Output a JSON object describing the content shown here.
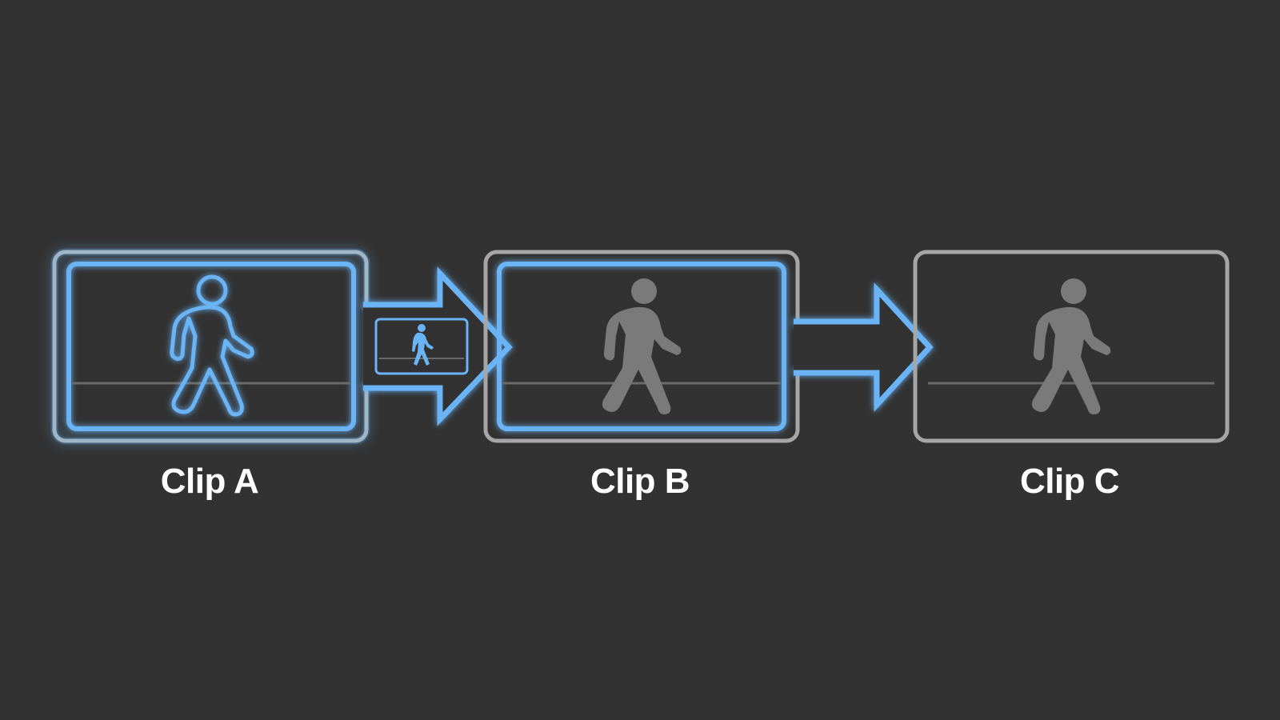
{
  "colors": {
    "background": "#323232",
    "accent": "#6ab3f5",
    "frame_inactive": "#a6a6a6",
    "figure_inactive": "#7a7a7a",
    "ground_line": "#6a6a6a",
    "label": "#ffffff"
  },
  "clips": [
    {
      "label": "Clip A",
      "state": "active",
      "icon": "walking-person-outline-icon"
    },
    {
      "label": "Clip B",
      "state": "receiving",
      "icon": "walking-person-icon"
    },
    {
      "label": "Clip C",
      "state": "inactive",
      "icon": "walking-person-icon"
    }
  ],
  "arrows": [
    {
      "from": "Clip A",
      "to": "Clip B",
      "state": "active",
      "carries": "mini-clip-thumbnail"
    },
    {
      "from": "Clip B",
      "to": "Clip C",
      "state": "active",
      "carries": ""
    }
  ]
}
